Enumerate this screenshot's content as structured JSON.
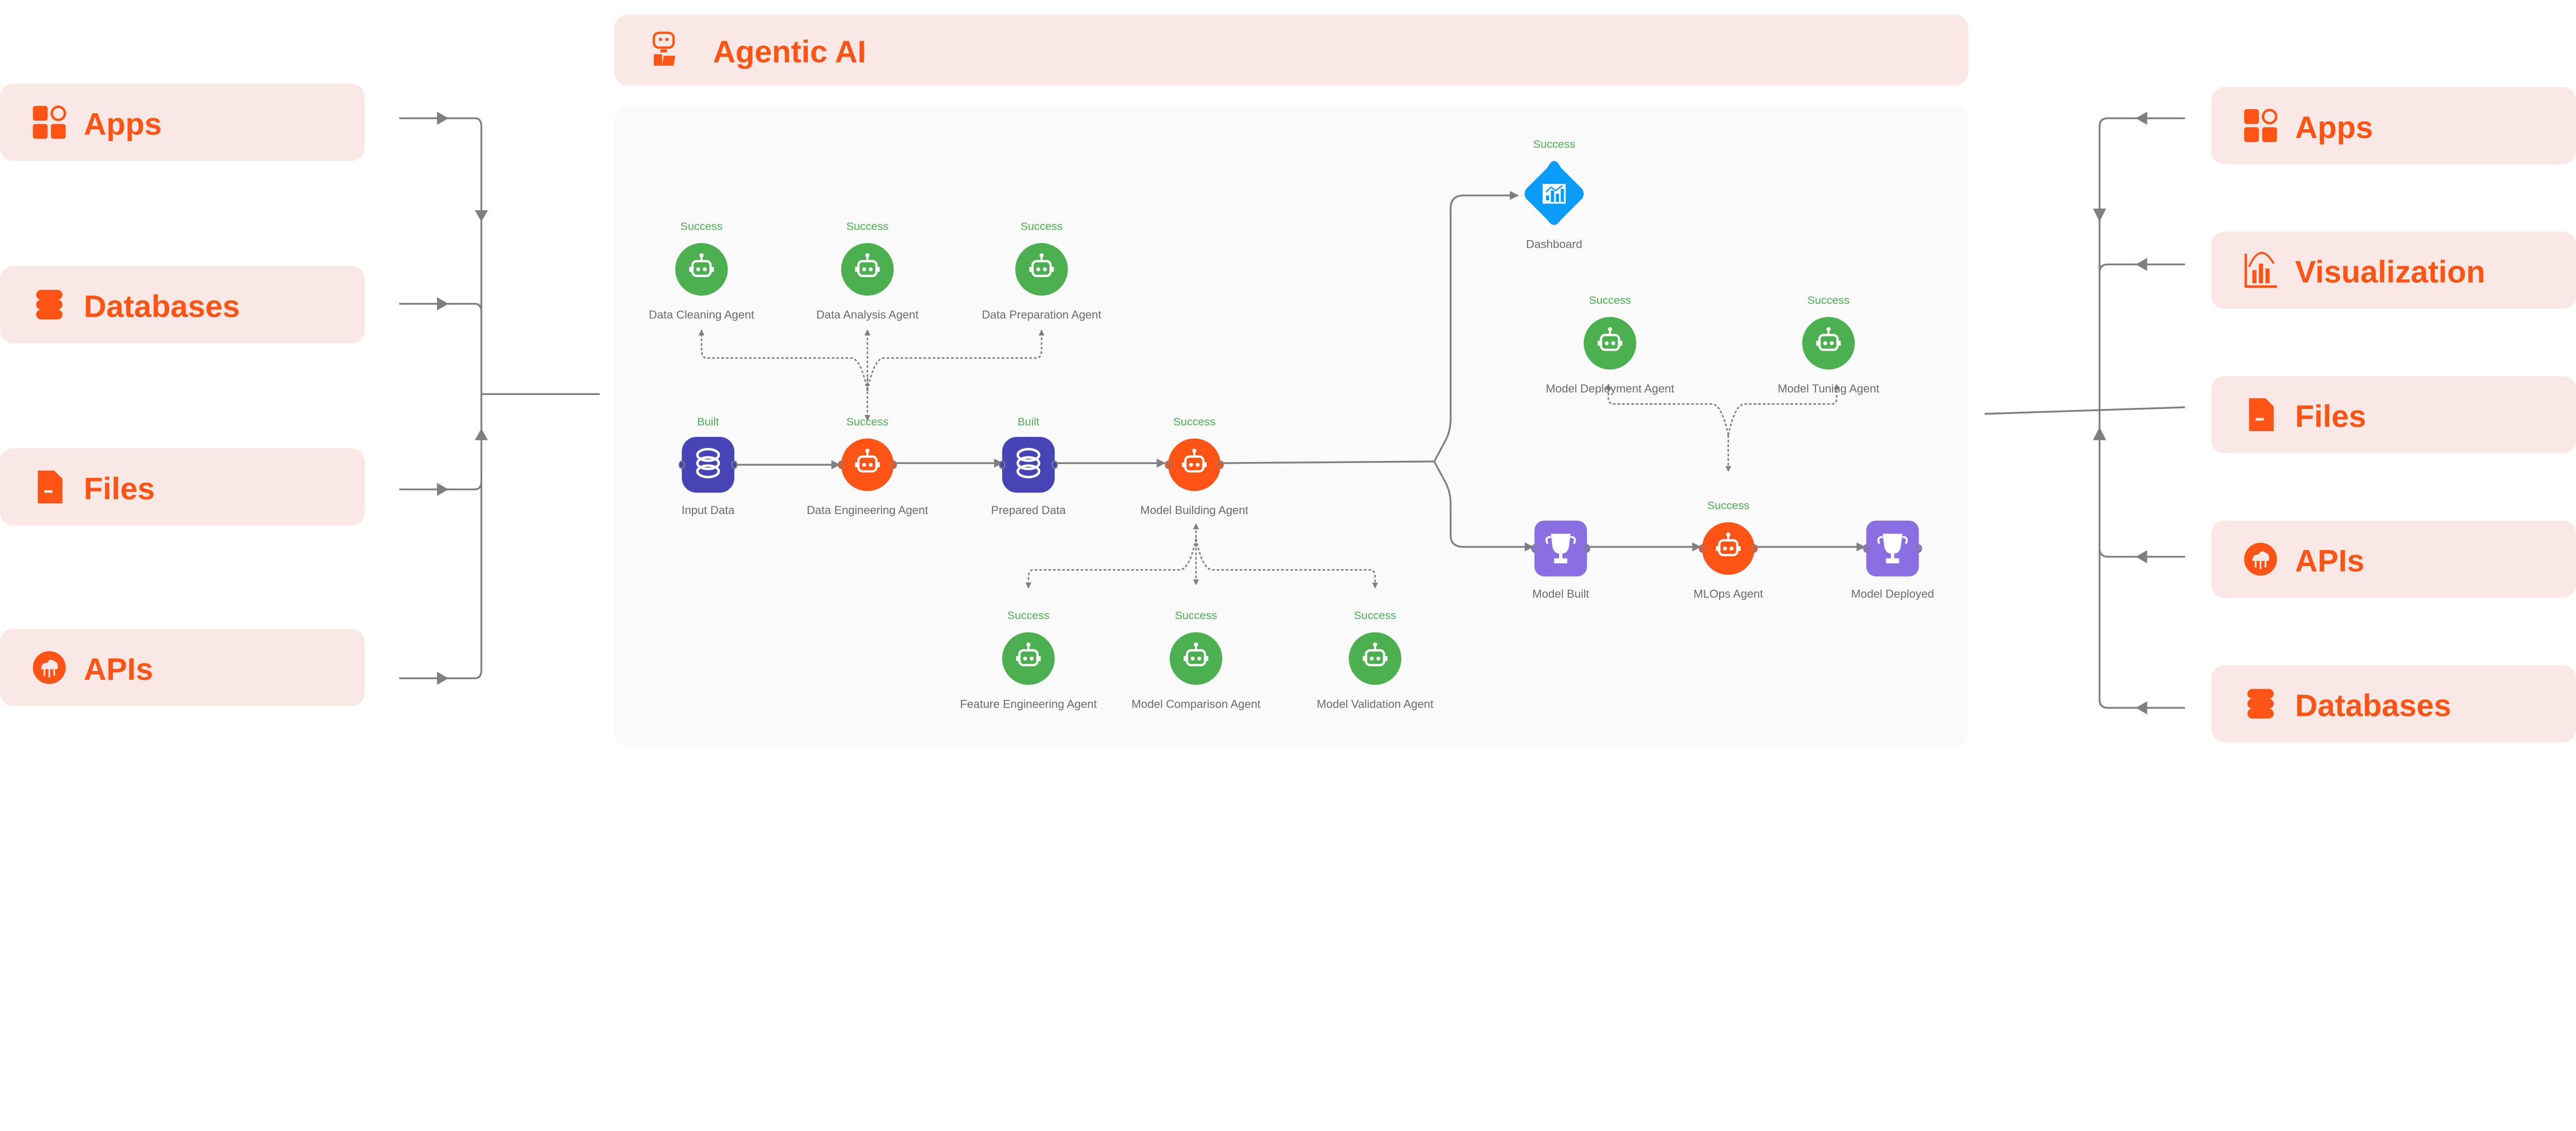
{
  "header": {
    "title": "Agentic AI",
    "icon": "robot-laptop-icon"
  },
  "left_sources": [
    {
      "label": "Apps",
      "icon": "apps-icon"
    },
    {
      "label": "Databases",
      "icon": "database-icon"
    },
    {
      "label": "Files",
      "icon": "file-icon"
    },
    {
      "label": "APIs",
      "icon": "cloud-api-icon"
    }
  ],
  "right_targets": [
    {
      "label": "Apps",
      "icon": "apps-icon"
    },
    {
      "label": "Visualization",
      "icon": "chart-icon"
    },
    {
      "label": "Files",
      "icon": "file-icon"
    },
    {
      "label": "APIs",
      "icon": "cloud-api-icon"
    },
    {
      "label": "Databases",
      "icon": "database-icon"
    }
  ],
  "nodes": {
    "data_cleaning": {
      "label": "Data Cleaning Agent",
      "status": "Success",
      "icon": "robot-icon",
      "color": "#4CAF50"
    },
    "data_analysis": {
      "label": "Data Analysis Agent",
      "status": "Success",
      "icon": "robot-icon",
      "color": "#4CAF50"
    },
    "data_preparation": {
      "label": "Data Preparation Agent",
      "status": "Success",
      "icon": "robot-icon",
      "color": "#4CAF50"
    },
    "input_data": {
      "label": "Input Data",
      "status": "Built",
      "icon": "database-icon",
      "color": "#4745B5"
    },
    "data_engineering": {
      "label": "Data Engineering Agent",
      "status": "Success",
      "icon": "robot-icon",
      "color": "#FF5416"
    },
    "prepared_data": {
      "label": "Prepared Data",
      "status": "Built",
      "icon": "database-icon",
      "color": "#4745B5"
    },
    "model_building": {
      "label": "Model Building Agent",
      "status": "Success",
      "icon": "robot-icon",
      "color": "#FF5416"
    },
    "feature_engineering": {
      "label": "Feature Engineering Agent",
      "status": "Success",
      "icon": "robot-icon",
      "color": "#4CAF50"
    },
    "model_comparison": {
      "label": "Model Comparison Agent",
      "status": "Success",
      "icon": "robot-icon",
      "color": "#4CAF50"
    },
    "model_validation": {
      "label": "Model Validation Agent",
      "status": "Success",
      "icon": "robot-icon",
      "color": "#4CAF50"
    },
    "dashboard": {
      "label": "Dashboard",
      "status": "Success",
      "icon": "dashboard-icon",
      "color": "#0A9CF7"
    },
    "model_deployment": {
      "label": "Model Deployment Agent",
      "status": "Success",
      "icon": "robot-icon",
      "color": "#4CAF50"
    },
    "model_tuning": {
      "label": "Model Tuning Agent",
      "status": "Success",
      "icon": "robot-icon",
      "color": "#4CAF50"
    },
    "model_built": {
      "label": "Model Built",
      "status": "",
      "icon": "trophy-icon",
      "color": "#8A6FE3"
    },
    "mlops": {
      "label": "MLOps Agent",
      "status": "Success",
      "icon": "robot-icon",
      "color": "#FF5416"
    },
    "model_deployed": {
      "label": "Model Deployed",
      "status": "",
      "icon": "trophy-icon",
      "color": "#8A6FE3"
    }
  },
  "colors": {
    "accent": "#FF5416",
    "box_bg": "#FAE8E4",
    "panel_bg": "#FAFAFA",
    "success": "#4CAF50",
    "line": "#7F7F7F"
  }
}
